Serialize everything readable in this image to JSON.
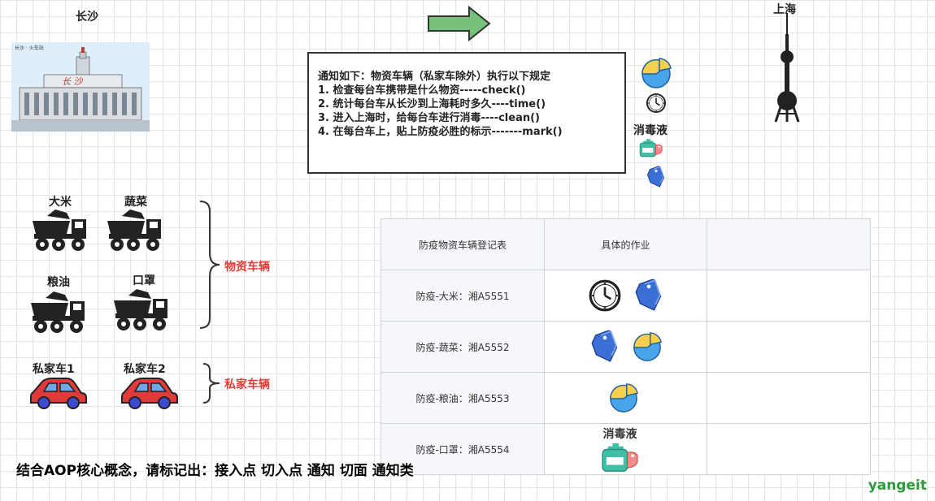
{
  "cities": {
    "left": "长沙",
    "right": "上海"
  },
  "station_sign": "长沙 · 火车站",
  "station_script": "长 沙",
  "notice": {
    "lines": [
      "通知如下：物资车辆（私家车除外）执行以下规定",
      "1. 检查每台车携带是什么物资-----check()",
      "2. 统计每台车从长沙到上海耗时多久----time()",
      "3. 进入上海时，给每台车进行消毒----clean()",
      "4. 在每台车上，贴上防疫必胜的标示-------mark()"
    ]
  },
  "legend": {
    "disinfectant": "消毒液"
  },
  "trucks": [
    {
      "label": "大米"
    },
    {
      "label": "蔬菜"
    },
    {
      "label": "粮油"
    },
    {
      "label": "口罩"
    }
  ],
  "cars": [
    {
      "label": "私家车1"
    },
    {
      "label": "私家车2"
    }
  ],
  "groups": {
    "material": "物资车辆",
    "private": "私家车辆"
  },
  "table": {
    "headers": [
      "防疫物资车辆登记表",
      "具体的作业",
      ""
    ],
    "rows": [
      {
        "name": "防疫-大米：湘A5551",
        "icons": [
          "clock-icon",
          "tag-icon"
        ]
      },
      {
        "name": "防疫-蔬菜：湘A5552",
        "icons": [
          "tag-icon",
          "pie-icon"
        ]
      },
      {
        "name": "防疫-粮油：湘A5553",
        "icons": [
          "pie-icon"
        ]
      },
      {
        "name": "防疫-口罩：湘A5554",
        "icons": [
          "bottle-icon"
        ],
        "text": "消毒液"
      }
    ]
  },
  "caption": "结合AOP核心概念，请标记出：接入点  切入点  通知  切面  通知类",
  "brand": "yangeit",
  "colors": {
    "arrow": "#77c17a",
    "group_label": "#e53935",
    "car": "#e03a3a",
    "tag": "#3b6fd6",
    "pie_blue": "#48a6e8",
    "pie_yellow": "#f6d04d"
  }
}
